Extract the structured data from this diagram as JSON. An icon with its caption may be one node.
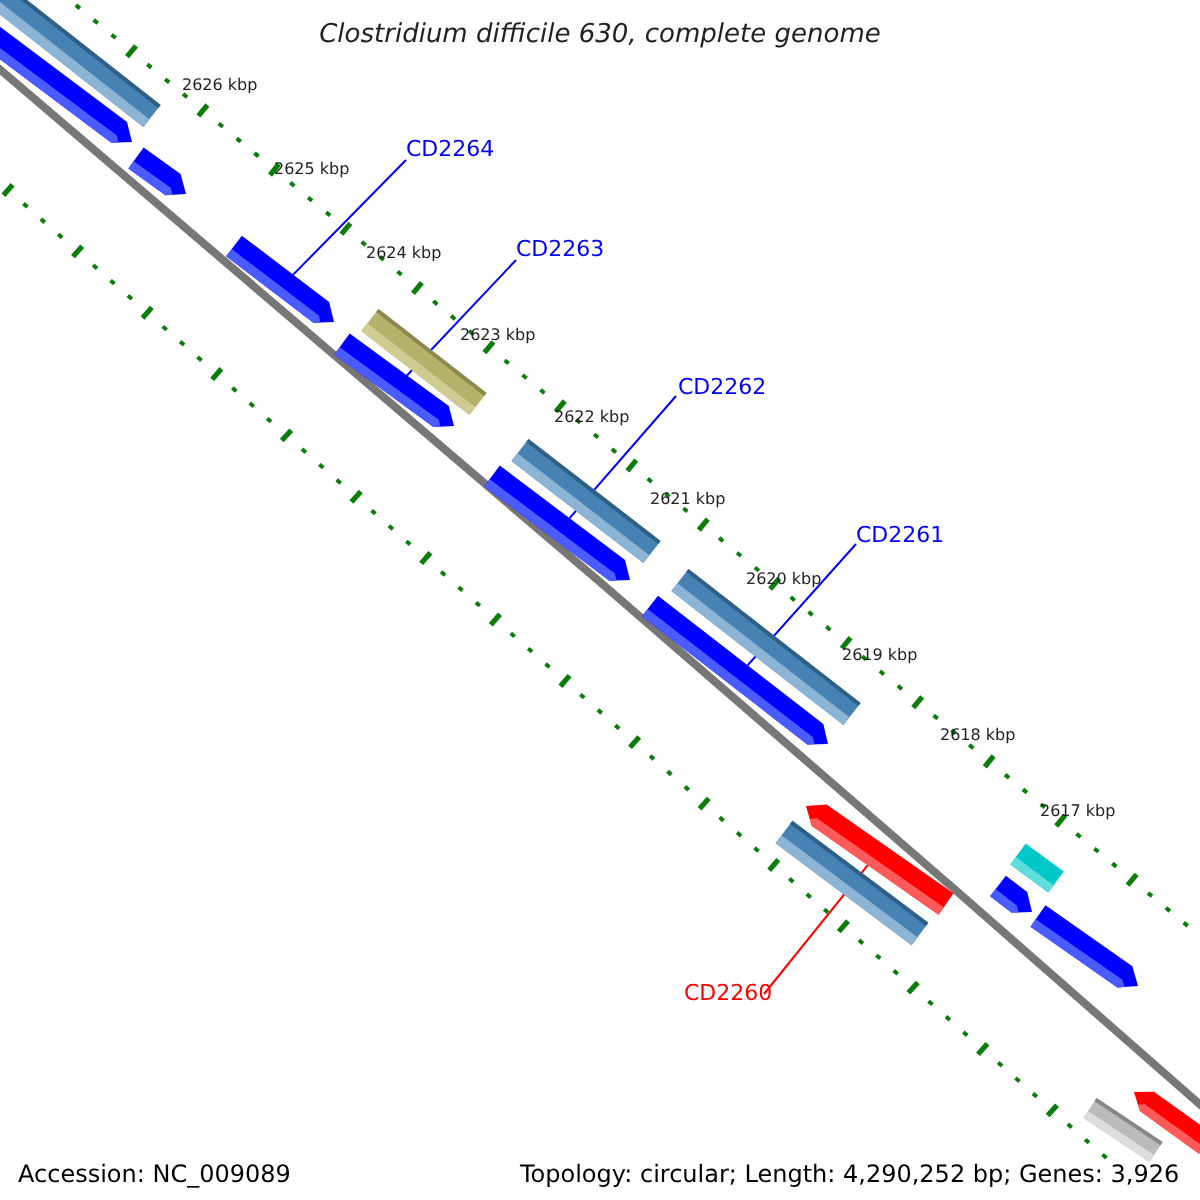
{
  "diagram": {
    "title": "Clostridium difficile 630, complete genome",
    "nodes": [
      {
        "text": [
          "CD2264"
        ]
      },
      {
        "text": [
          "CD2263"
        ]
      },
      {
        "text": [
          "CD2262"
        ]
      },
      {
        "text": [
          "CD2261"
        ]
      },
      {
        "text": [
          "CD2260"
        ]
      },
      {
        "text": [],
        "shape": "bar"
      },
      {
        "text": [],
        "shape": "bar"
      },
      {
        "text": [],
        "shape": "bar"
      },
      {
        "text": [],
        "shape": "bar"
      },
      {
        "text": [],
        "shape": "bar"
      },
      {
        "text": [],
        "shape": "bar"
      },
      {
        "text": [],
        "shape": "bar"
      },
      {
        "text": [],
        "shape": "bar"
      },
      {
        "text": [],
        "shape": "bar"
      },
      {
        "text": [],
        "shape": "bar"
      },
      {
        "text": [],
        "shape": "bar"
      },
      {
        "text": [],
        "shape": "bar"
      },
      {
        "text": [],
        "shape": "bar"
      },
      {
        "text": [],
        "shape": "bar"
      },
      {
        "text": [],
        "shape": "bar"
      },
      {
        "text": [],
        "shape": "bar"
      },
      {
        "text": [],
        "shape": "bar"
      }
    ],
    "edges": [
      {
        "from": 0,
        "to": 8,
        "arrow": "none"
      },
      {
        "from": 1,
        "to": 10,
        "arrow": "none"
      },
      {
        "from": 2,
        "to": 12,
        "arrow": "none"
      },
      {
        "from": 3,
        "to": 14,
        "arrow": "none"
      },
      {
        "from": 4,
        "to": 15,
        "arrow": "none",
        "color": "#ff0000"
      }
    ],
    "labels": [
      "2626 kbp",
      "2625 kbp",
      "2624 kbp",
      "2623 kbp",
      "2622 kbp",
      "2621 kbp",
      "2620 kbp",
      "2619 kbp",
      "2618 kbp",
      "2617 kbp",
      "Accession: NC_009089",
      "Topology: circular; Length: 4,290,252 bp; Genes: 3,926"
    ]
  }
}
